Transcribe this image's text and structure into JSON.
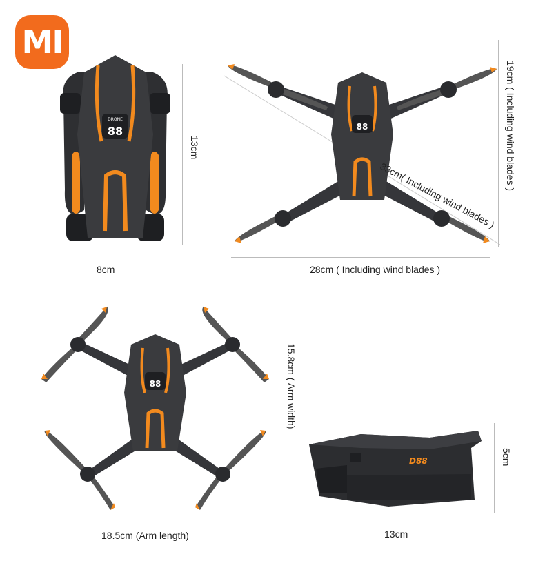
{
  "brand": {
    "logo_text": "MI",
    "color": "#f26b1d"
  },
  "drone": {
    "model_badge": "88",
    "brand_text": "DRONE",
    "side_badge": "D88"
  },
  "dimensions": {
    "folded_height": "13cm",
    "folded_width": "8cm",
    "diagonal": "33cm( Including wind blades )",
    "unfolded_width_blades": "28cm ( Including wind blades )",
    "unfolded_height_blades": "19cm ( Including wind blades )",
    "arm_width": "15.8cm ( Arm width)",
    "arm_length": "18.5cm (Arm length)",
    "side_height": "5cm",
    "side_length": "13cm"
  },
  "colors": {
    "body": "#3a3b3e",
    "accent": "#f28a1e",
    "dark": "#222326"
  }
}
